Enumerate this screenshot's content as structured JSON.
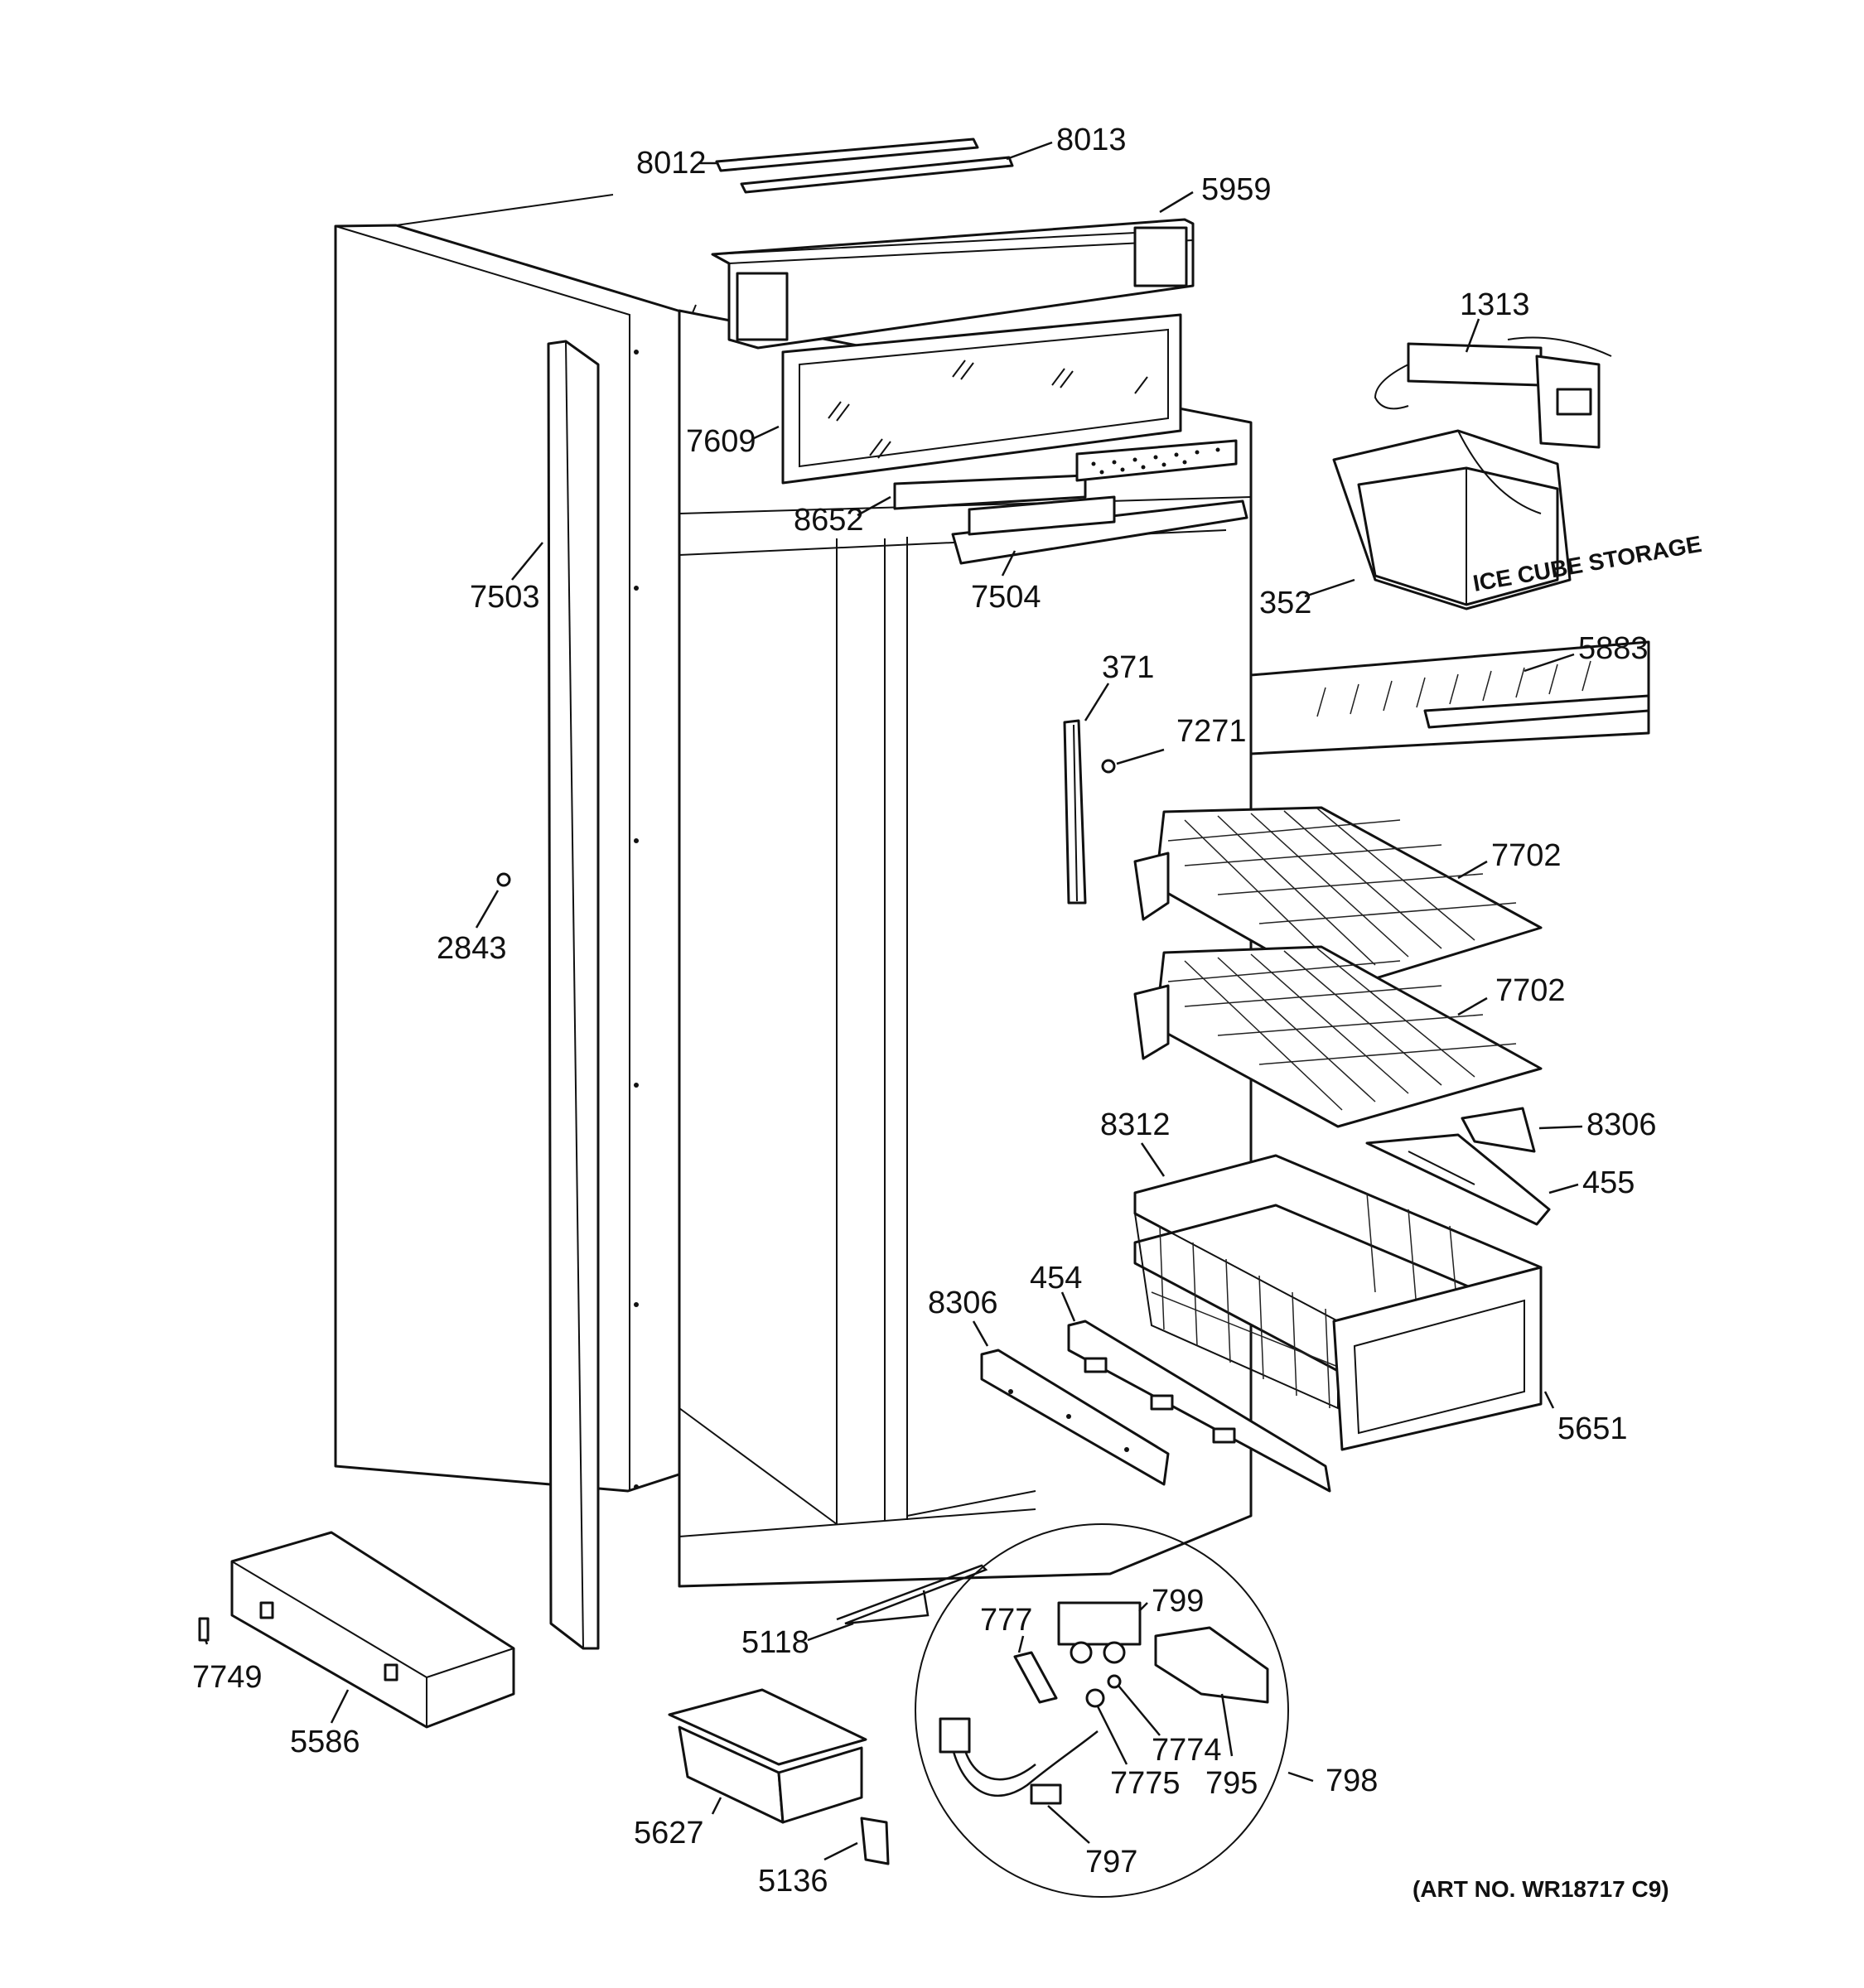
{
  "parts": {
    "p8012": "8012",
    "p8013": "8013",
    "p5959": "5959",
    "p1313": "1313",
    "p7609": "7609",
    "p8652": "8652",
    "p7504": "7504",
    "p7503": "7503",
    "p352": "352",
    "p5883": "5883",
    "p371": "371",
    "p7271": "7271",
    "p2843": "2843",
    "p7702a": "7702",
    "p7702b": "7702",
    "p8306a": "8306",
    "p8312": "8312",
    "p455": "455",
    "p8306b": "8306",
    "p454": "454",
    "p5651": "5651",
    "p799": "799",
    "p777": "777",
    "p5118": "5118",
    "p7749": "7749",
    "p5586": "5586",
    "p7774": "7774",
    "p7775": "7775",
    "p795": "795",
    "p798": "798",
    "p5627": "5627",
    "p797": "797",
    "p5136": "5136"
  },
  "art_number": "(ART NO. WR18717 C9)",
  "decals": {
    "ice_bucket": "ICE CUBE STORAGE"
  }
}
